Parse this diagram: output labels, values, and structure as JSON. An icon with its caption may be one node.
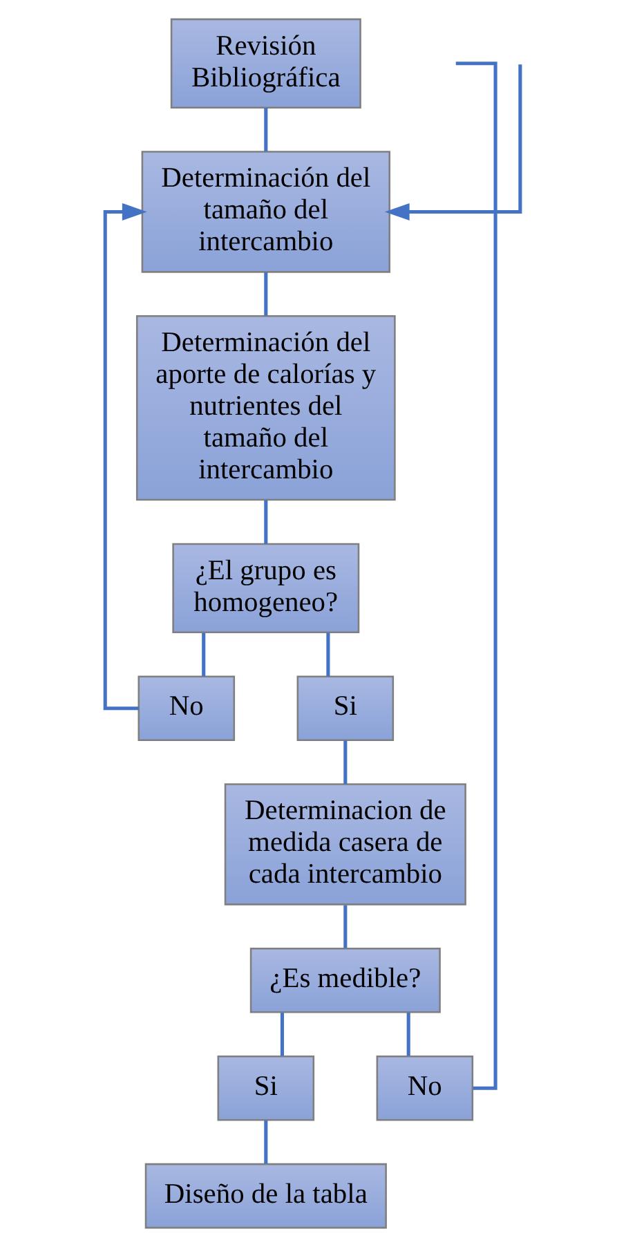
{
  "diagram": {
    "nodes": [
      {
        "text": [
          "Revisión Bibliográfica"
        ]
      },
      {
        "text": [
          "Determinación del tamaño del intercambio"
        ]
      },
      {
        "text": [
          "Determinación del aporte de calorías y nutrientes del tamaño del intercambio"
        ]
      },
      {
        "text": [
          "¿El grupo es homogeneo?"
        ]
      },
      {
        "text": [
          "No"
        ]
      },
      {
        "text": [
          "Si"
        ]
      },
      {
        "text": [
          "Determinacion de medida casera de cada intercambio"
        ]
      },
      {
        "text": [
          "¿Es medible?"
        ]
      },
      {
        "text": [
          "Si"
        ]
      },
      {
        "text": [
          "No"
        ]
      },
      {
        "text": [
          "Diseño de la tabla"
        ]
      }
    ],
    "edges": [
      {
        "from": 0,
        "to": 1,
        "arrow": "none"
      },
      {
        "from": 1,
        "to": 2,
        "arrow": "none"
      },
      {
        "from": 2,
        "to": 3,
        "arrow": "none"
      },
      {
        "from": 3,
        "to": 4,
        "arrow": "none"
      },
      {
        "from": 3,
        "to": 5,
        "arrow": "none"
      },
      {
        "from": 4,
        "to": 1,
        "arrow": "to"
      },
      {
        "from": 5,
        "to": 6,
        "arrow": "none"
      },
      {
        "from": 6,
        "to": 7,
        "arrow": "none"
      },
      {
        "from": 7,
        "to": 8,
        "arrow": "none"
      },
      {
        "from": 7,
        "to": 9,
        "arrow": "none"
      },
      {
        "from": 8,
        "to": 10,
        "arrow": "none"
      },
      {
        "from": 9,
        "to": null,
        "arrow": "none"
      },
      {
        "from": null,
        "to": 1,
        "arrow": "to"
      }
    ]
  }
}
